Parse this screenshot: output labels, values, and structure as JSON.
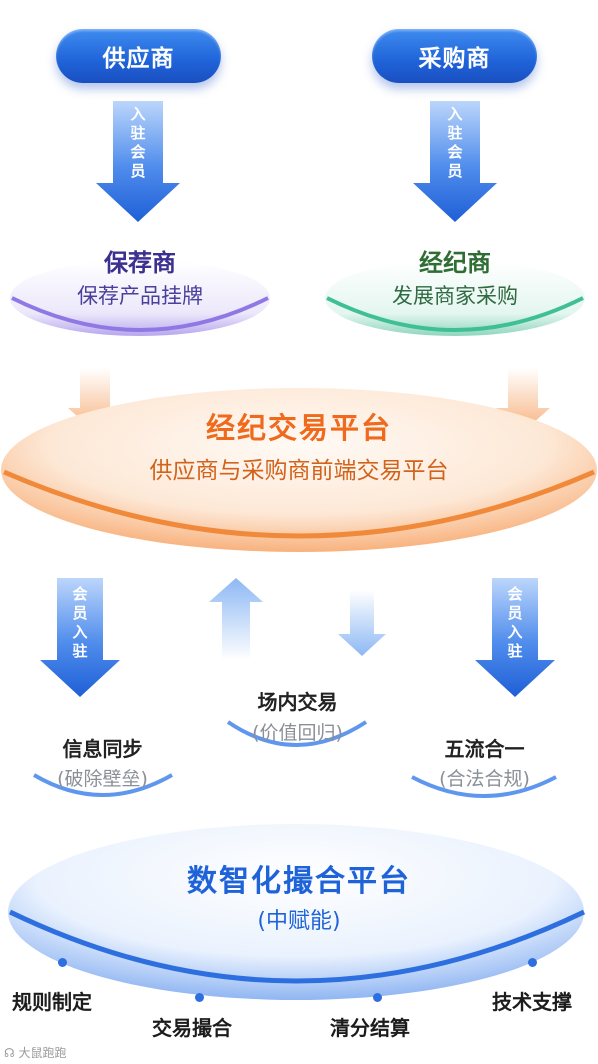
{
  "top": {
    "supplier": "供应商",
    "buyer": "采购商",
    "arrow_text": "入驻会员"
  },
  "middle_left": {
    "title": "保荐商",
    "subtitle": "保荐产品挂牌"
  },
  "middle_right": {
    "title": "经纪商",
    "subtitle": "发展商家采购"
  },
  "platform": {
    "title": "经纪交易平台",
    "subtitle": "供应商与采购商前端交易平台"
  },
  "arrow_text_lower": "会员入驻",
  "nodes": {
    "left": {
      "title": "信息同步",
      "subtitle": "(破除壁垒)"
    },
    "center": {
      "title": "场内交易",
      "subtitle": "(价值回归)"
    },
    "right": {
      "title": "五流合一",
      "subtitle": "(合法合规)"
    }
  },
  "base": {
    "title": "数智化撮合平台",
    "subtitle": "(中赋能)"
  },
  "bottom_labels": [
    "规则制定",
    "交易撮合",
    "清分结算",
    "技术支撑"
  ],
  "watermark": "大鼠跑跑",
  "colors": {
    "blue": "#1f63d9",
    "orange": "#ef6a1c",
    "purple": "#3b2f8f",
    "green": "#2e6e34"
  }
}
